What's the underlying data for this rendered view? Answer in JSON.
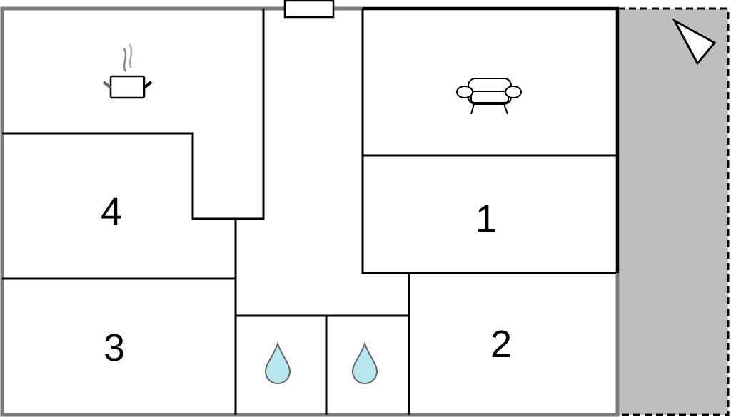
{
  "floorplan": {
    "rooms": [
      {
        "id": "kitchen",
        "icon": "cooking-pot-icon"
      },
      {
        "id": "living-room",
        "icon": "sofa-icon"
      },
      {
        "id": "bedroom-1",
        "label": "1"
      },
      {
        "id": "bedroom-2",
        "label": "2"
      },
      {
        "id": "bedroom-3",
        "label": "3"
      },
      {
        "id": "bedroom-4",
        "label": "4"
      },
      {
        "id": "bathroom-1",
        "icon": "water-drop-icon"
      },
      {
        "id": "bathroom-2",
        "icon": "water-drop-icon"
      }
    ],
    "colors": {
      "outer_wall": "#7a7a7a",
      "inner_wall": "#000000",
      "terrace": "#bebebe",
      "water": "#b8e6ee"
    }
  }
}
